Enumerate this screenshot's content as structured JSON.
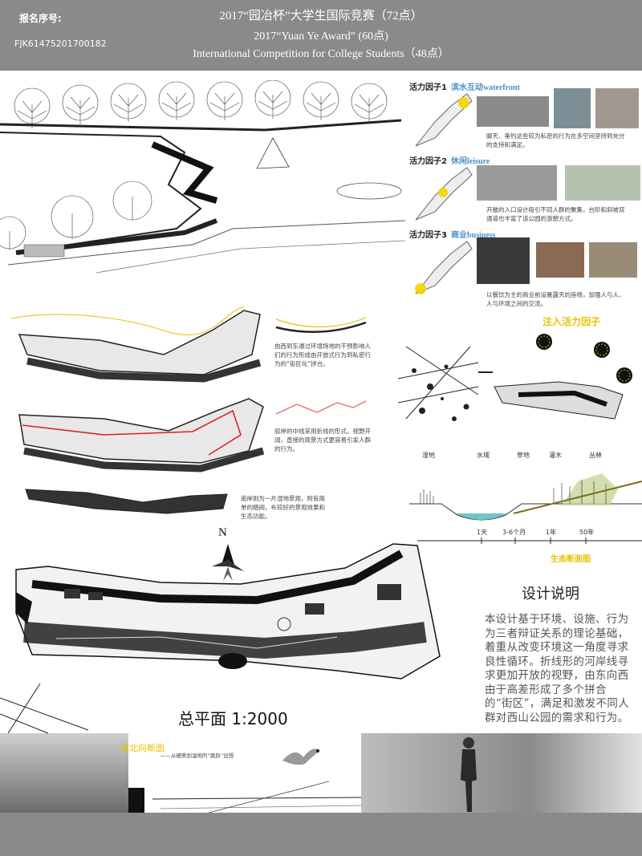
{
  "header": {
    "reg_label": "报名序号:",
    "reg_number": "FJK61475201700182",
    "title_line1": "2017“园冶杯”大学生国际竞赛（72点）",
    "title_line2": "2017“Yuan Ye Award” (60点)",
    "title_line3": "International Competition for College Students（48点）"
  },
  "factors": [
    {
      "label": "活力因子1",
      "name": "滨水互动waterfront",
      "note": "脚天、垂钓这些较为私密的行为在多空间坚持到充分的支持和满足。"
    },
    {
      "label": "活力因子2",
      "name": "休闲leisure",
      "note": "开敞的入口设计吸引不同人群的聚集，台阶和斜坡双通道也丰富了该公园的游憩方式。"
    },
    {
      "label": "活力因子3",
      "name": "商业business",
      "note": "以餐饮为主的商业前设置露天的座椅，加强人与人、人与环境之间的交流。"
    }
  ],
  "analysis_notes": [
    "由西到东通过环境场地的干预影响人们的行为形成由开放式行为到私密行为的“街区化”拼合。",
    "驳岸的中线采用折线的形式，视野开阔，直接的观景方式更容易引发人群的行为。",
    "南岸则为一片湿地景观，附有简单的踏阀，布较好的景观效果和生态功能。"
  ],
  "inject": {
    "title": "注入活力因子"
  },
  "eco_section": {
    "habitats": [
      "湿地",
      "水域",
      "草地",
      "灌木",
      "丛林"
    ],
    "timeline": [
      "1天",
      "3-6个月",
      "1年",
      "50年"
    ],
    "title": "生态断面图"
  },
  "plan": {
    "north": "N",
    "title": "总平面  1:2000"
  },
  "description": {
    "title": "设计说明",
    "body": "本设计基于环境、设施、行为为三者辩证关系的理论基础，着重从改变环境这一角度寻求良性循环。折线形的河岸线寻求更加开放的视野，由东向西由于高差形成了多个拼合的“街区”，满足和激发不同人群对西山公园的需求和行为。"
  },
  "section": {
    "title": "南北向断面",
    "subtitle": "——从硬质到湿地的“跳跃”设想"
  },
  "colors": {
    "header_bg": "#8a8a8a",
    "accent_yellow": "#e8c200",
    "accent_blue": "#4a90c8",
    "path_red": "#e02020",
    "water": "#6ec6c8"
  }
}
